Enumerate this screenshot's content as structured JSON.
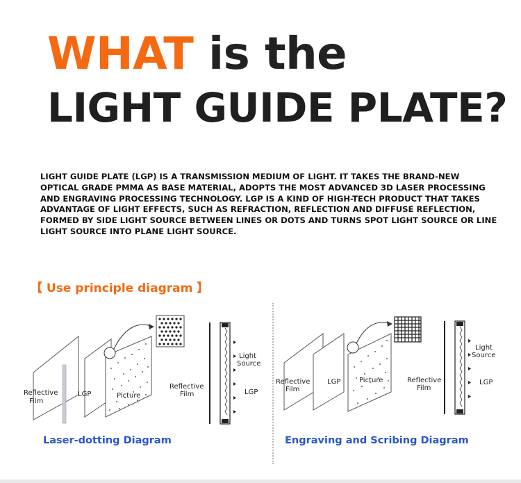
{
  "heading": {
    "accent_word": "WHAT",
    "line1_rest": "is the",
    "line2": "LIGHT GUIDE PLATE?"
  },
  "description": "LIGHT GUIDE PLATE (LGP) IS A TRANSMISSION MEDIUM OF LIGHT. IT TAKES THE BRAND-NEW OPTICAL GRADE PMMA AS BASE MATERIAL, ADOPTS THE MOST ADVANCED 3D LASER PROCESSING AND ENGRAVING PROCESSING TECHNOLOGY. LGP IS A KIND OF HIGH-TECH PRODUCT THAT TAKES ADVANTAGE OF LIGHT EFFECTS, SUCH AS REFRACTION, REFLECTION AND DIFFUSE REFLECTION, FORMED BY SIDE LIGHT SOURCE BETWEEN LINES OR DOTS AND TURNS SPOT LIGHT SOURCE OR LINE LIGHT SOURCE INTO PLANE LIGHT SOURCE.",
  "section": {
    "title": "【 Use principle diagram 】"
  },
  "diagrams": [
    {
      "caption": "Laser-dotting Diagram",
      "labels": {
        "reflective_film_1": "Reflective",
        "reflective_film_2": "Film",
        "lgp": "LGP",
        "picture": "Picture",
        "side_reflective_1": "Reflective",
        "side_reflective_2": "Film",
        "light_source_1": "Light",
        "light_source_2": "Source",
        "side_lgp": "LGP"
      }
    },
    {
      "caption": "Engraving and Scribing Diagram",
      "labels": {
        "reflective_film_1": "Reflective",
        "reflective_film_2": "Film",
        "lgp": "LGP",
        "picture": "Picture",
        "side_reflective_1": "Reflective",
        "side_reflective_2": "Film",
        "light_source_1": "Light",
        "light_source_2": "Source",
        "side_lgp": "LGP"
      }
    }
  ],
  "colors": {
    "accent": "#f46a12",
    "caption_blue": "#2a56c8",
    "text_dark": "#1f1f1f"
  }
}
